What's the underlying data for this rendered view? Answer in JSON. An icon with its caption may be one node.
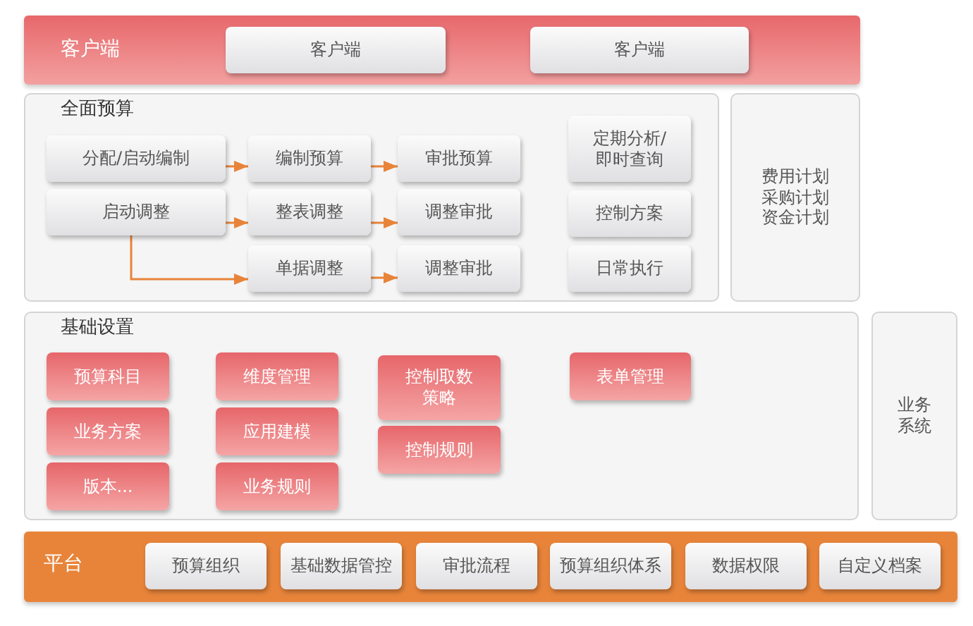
{
  "diagram": {
    "nodes": [
      {
        "text": [
          "客户端"
        ]
      },
      {
        "text": [
          "客户端"
        ],
        "in": 0
      },
      {
        "text": [
          "客户端"
        ],
        "in": 0
      },
      {
        "text": [
          "全面预算"
        ]
      },
      {
        "text": [
          "分配/启动编制"
        ],
        "in": 3
      },
      {
        "text": [
          "编制预算"
        ],
        "in": 3
      },
      {
        "text": [
          "审批预算"
        ],
        "in": 3
      },
      {
        "text": [
          "定期分析/即时查询"
        ],
        "in": 3
      },
      {
        "text": [
          "启动调整"
        ],
        "in": 3
      },
      {
        "text": [
          "整表调整"
        ],
        "in": 3
      },
      {
        "text": [
          "调整审批"
        ],
        "in": 3
      },
      {
        "text": [
          "控制方案"
        ],
        "in": 3
      },
      {
        "text": [
          "单据调整"
        ],
        "in": 3
      },
      {
        "text": [
          "调整审批"
        ],
        "in": 3
      },
      {
        "text": [
          "日常执行"
        ],
        "in": 3
      },
      {
        "text": [
          "费用计划",
          "采购计划",
          "资金计划"
        ]
      },
      {
        "text": [
          "基础设置"
        ]
      },
      {
        "text": [
          "预算科目"
        ],
        "in": 16
      },
      {
        "text": [
          "业务方案"
        ],
        "in": 16
      },
      {
        "text": [
          "版本..."
        ],
        "in": 16
      },
      {
        "text": [
          "维度管理"
        ],
        "in": 16
      },
      {
        "text": [
          "应用建模"
        ],
        "in": 16
      },
      {
        "text": [
          "业务规则"
        ],
        "in": 16
      },
      {
        "text": [
          "控制取数策略"
        ],
        "in": 16
      },
      {
        "text": [
          "控制规则"
        ],
        "in": 16
      },
      {
        "text": [
          "表单管理"
        ],
        "in": 16
      },
      {
        "text": [
          "业务系统"
        ]
      },
      {
        "text": [
          "平台"
        ]
      },
      {
        "text": [
          "预算组织"
        ],
        "in": 27
      },
      {
        "text": [
          "基础数据管控"
        ],
        "in": 27
      },
      {
        "text": [
          "审批流程"
        ],
        "in": 27
      },
      {
        "text": [
          "预算组织体系"
        ],
        "in": 27
      },
      {
        "text": [
          "数据权限"
        ],
        "in": 27
      },
      {
        "text": [
          "自定义档案"
        ],
        "in": 27
      }
    ],
    "edges": [
      {
        "from": 4,
        "to": 5,
        "arrow": "to"
      },
      {
        "from": 5,
        "to": 6,
        "arrow": "to"
      },
      {
        "from": 8,
        "to": 9,
        "arrow": "to"
      },
      {
        "from": 9,
        "to": 10,
        "arrow": "to"
      },
      {
        "from": 8,
        "to": 12,
        "arrow": "to"
      },
      {
        "from": 12,
        "to": 13,
        "arrow": "to"
      }
    ]
  }
}
